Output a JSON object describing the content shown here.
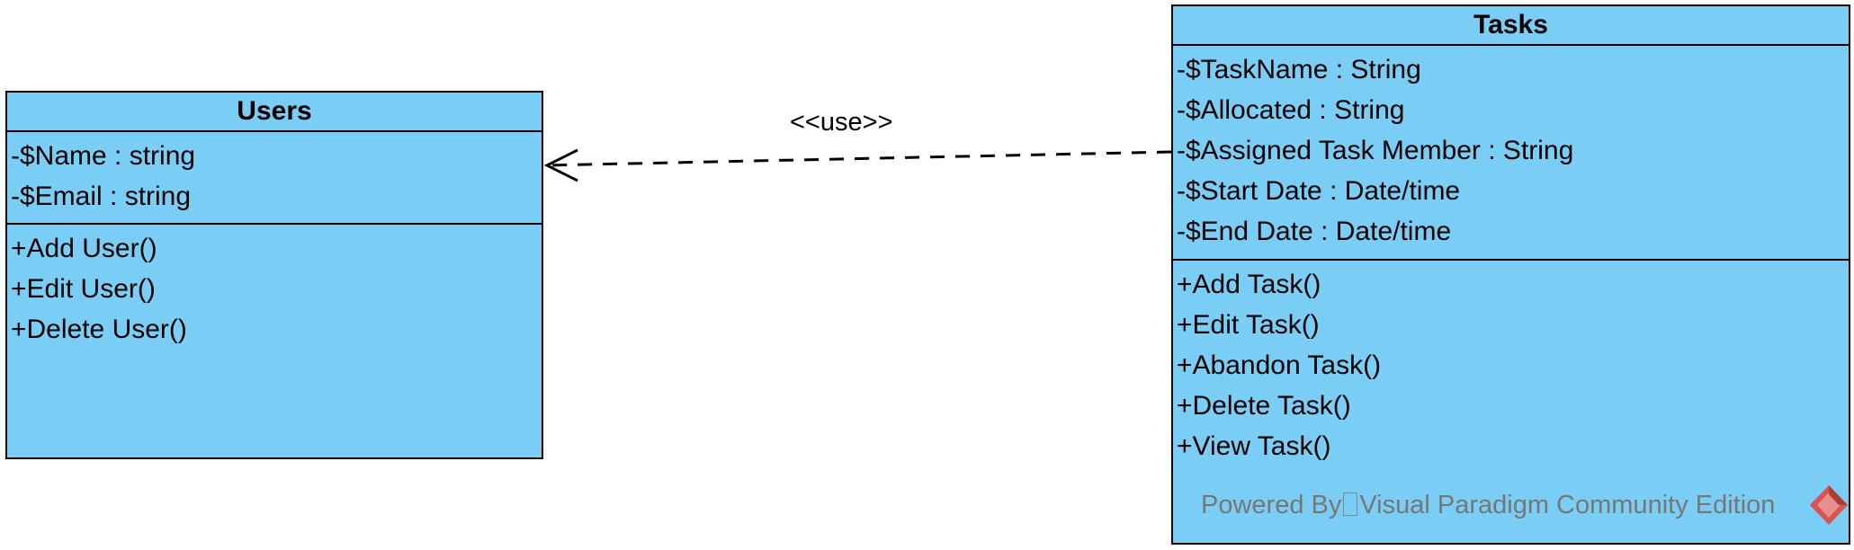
{
  "users": {
    "title": "Users",
    "attributes": [
      "-$Name : string",
      "-$Email : string"
    ],
    "operations": [
      "+Add User()",
      "+Edit User()",
      "+Delete User()"
    ]
  },
  "tasks": {
    "title": "Tasks",
    "attributes": [
      "-$TaskName : String",
      "-$Allocated : String",
      "-$Assigned Task Member : String",
      "-$Start Date : Date/time",
      "-$End Date : Date/time"
    ],
    "operations": [
      "+Add Task()",
      "+Edit Task()",
      "+Abandon Task()",
      "+Delete Task()",
      "+View Task()"
    ]
  },
  "relationship": {
    "stereotype": "<<use>>"
  },
  "watermark": {
    "prefix": "Powered By",
    "suffix": "Visual Paradigm Community Edition"
  },
  "colors": {
    "class_fill": "#7acdf4",
    "line": "#000000",
    "watermark": "#777777",
    "logo": "#d9534f"
  }
}
